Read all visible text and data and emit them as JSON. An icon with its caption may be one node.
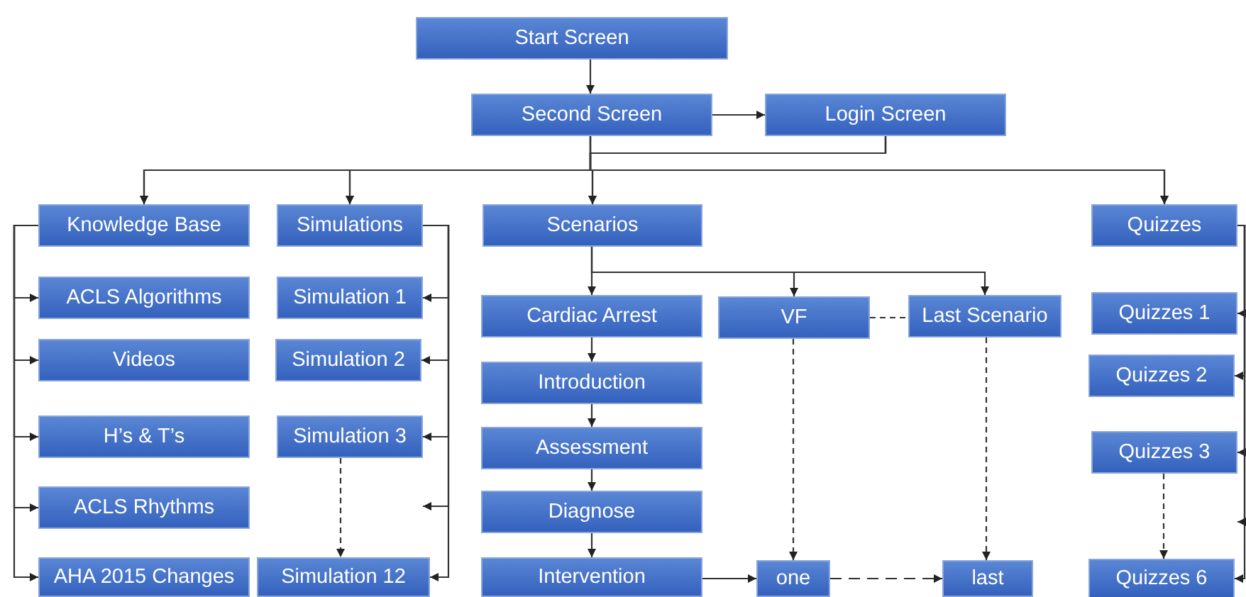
{
  "diagram": {
    "nodes": [
      {
        "text": [
          "Start Screen"
        ]
      },
      {
        "text": [
          "Second Screen"
        ]
      },
      {
        "text": [
          "Login Screen"
        ]
      },
      {
        "text": [
          "Knowledge Base"
        ]
      },
      {
        "text": [
          "Simulations"
        ]
      },
      {
        "text": [
          "Scenarios"
        ]
      },
      {
        "text": [
          "Quizzes"
        ]
      },
      {
        "text": [
          "ACLS Algorithms"
        ]
      },
      {
        "text": [
          "Simulation 1"
        ]
      },
      {
        "text": [
          "Cardiac Arrest"
        ]
      },
      {
        "text": [
          "VF"
        ]
      },
      {
        "text": [
          "Last Scenario"
        ]
      },
      {
        "text": [
          "Quizzes 1"
        ]
      },
      {
        "text": [
          "Videos"
        ]
      },
      {
        "text": [
          "Simulation 2"
        ]
      },
      {
        "text": [
          "Introduction"
        ]
      },
      {
        "text": [
          "Quizzes 2"
        ]
      },
      {
        "text": [
          "H’s & T’s"
        ]
      },
      {
        "text": [
          "Simulation 3"
        ]
      },
      {
        "text": [
          "Assessment"
        ]
      },
      {
        "text": [
          "Quizzes 3"
        ]
      },
      {
        "text": [
          "ACLS Rhythms"
        ]
      },
      {
        "text": [
          "Diagnose"
        ]
      },
      {
        "text": [
          "AHA 2015 Changes"
        ]
      },
      {
        "text": [
          "Simulation 12"
        ]
      },
      {
        "text": [
          "Intervention"
        ]
      },
      {
        "text": [
          "one"
        ]
      },
      {
        "text": [
          "last"
        ]
      },
      {
        "text": [
          "Quizzes 6"
        ]
      }
    ],
    "edges": [
      {
        "from": 0,
        "to": 1,
        "arrow": "to"
      },
      {
        "from": 1,
        "to": 2,
        "arrow": "to"
      },
      {
        "from": 1,
        "to": 3,
        "arrow": "to"
      },
      {
        "from": 1,
        "to": 4,
        "arrow": "to"
      },
      {
        "from": 1,
        "to": 5,
        "arrow": "to"
      },
      {
        "from": 1,
        "to": 6,
        "arrow": "to"
      },
      {
        "from": 2,
        "to": 3,
        "arrow": "to"
      },
      {
        "from": 2,
        "to": 4,
        "arrow": "to"
      },
      {
        "from": 2,
        "to": 5,
        "arrow": "to"
      },
      {
        "from": 2,
        "to": 6,
        "arrow": "to"
      },
      {
        "from": 3,
        "to": 7,
        "arrow": "to"
      },
      {
        "from": 3,
        "to": 13,
        "arrow": "to"
      },
      {
        "from": 3,
        "to": 17,
        "arrow": "to"
      },
      {
        "from": 3,
        "to": 21,
        "arrow": "to"
      },
      {
        "from": 3,
        "to": 23,
        "arrow": "to"
      },
      {
        "from": 4,
        "to": 8,
        "arrow": "to"
      },
      {
        "from": 4,
        "to": 14,
        "arrow": "to"
      },
      {
        "from": 4,
        "to": 18,
        "arrow": "to"
      },
      {
        "from": 4,
        "to": 24,
        "arrow": "to"
      },
      {
        "from": 4,
        "to": null,
        "arrow": "to"
      },
      {
        "from": 18,
        "to": 24,
        "arrow": "to",
        "style": "dashed"
      },
      {
        "from": 5,
        "to": 9,
        "arrow": "to"
      },
      {
        "from": 5,
        "to": 10,
        "arrow": "to"
      },
      {
        "from": 5,
        "to": 11,
        "arrow": "to"
      },
      {
        "from": 9,
        "to": 15,
        "arrow": "to"
      },
      {
        "from": 15,
        "to": 19,
        "arrow": "to"
      },
      {
        "from": 19,
        "to": 22,
        "arrow": "to"
      },
      {
        "from": 22,
        "to": 25,
        "arrow": "to"
      },
      {
        "from": 25,
        "to": 26,
        "arrow": "to"
      },
      {
        "from": 10,
        "to": 11,
        "arrow": "none",
        "style": "dashed"
      },
      {
        "from": 10,
        "to": 26,
        "arrow": "to",
        "style": "dashed"
      },
      {
        "from": 11,
        "to": 27,
        "arrow": "to",
        "style": "dashed"
      },
      {
        "from": 26,
        "to": 27,
        "arrow": "to",
        "style": "dashed"
      },
      {
        "from": 6,
        "to": 12,
        "arrow": "to"
      },
      {
        "from": 6,
        "to": 16,
        "arrow": "to"
      },
      {
        "from": 6,
        "to": 20,
        "arrow": "to"
      },
      {
        "from": 6,
        "to": 28,
        "arrow": "to"
      },
      {
        "from": 6,
        "to": null,
        "arrow": "to"
      },
      {
        "from": 20,
        "to": 28,
        "arrow": "to",
        "style": "dashed"
      }
    ]
  }
}
